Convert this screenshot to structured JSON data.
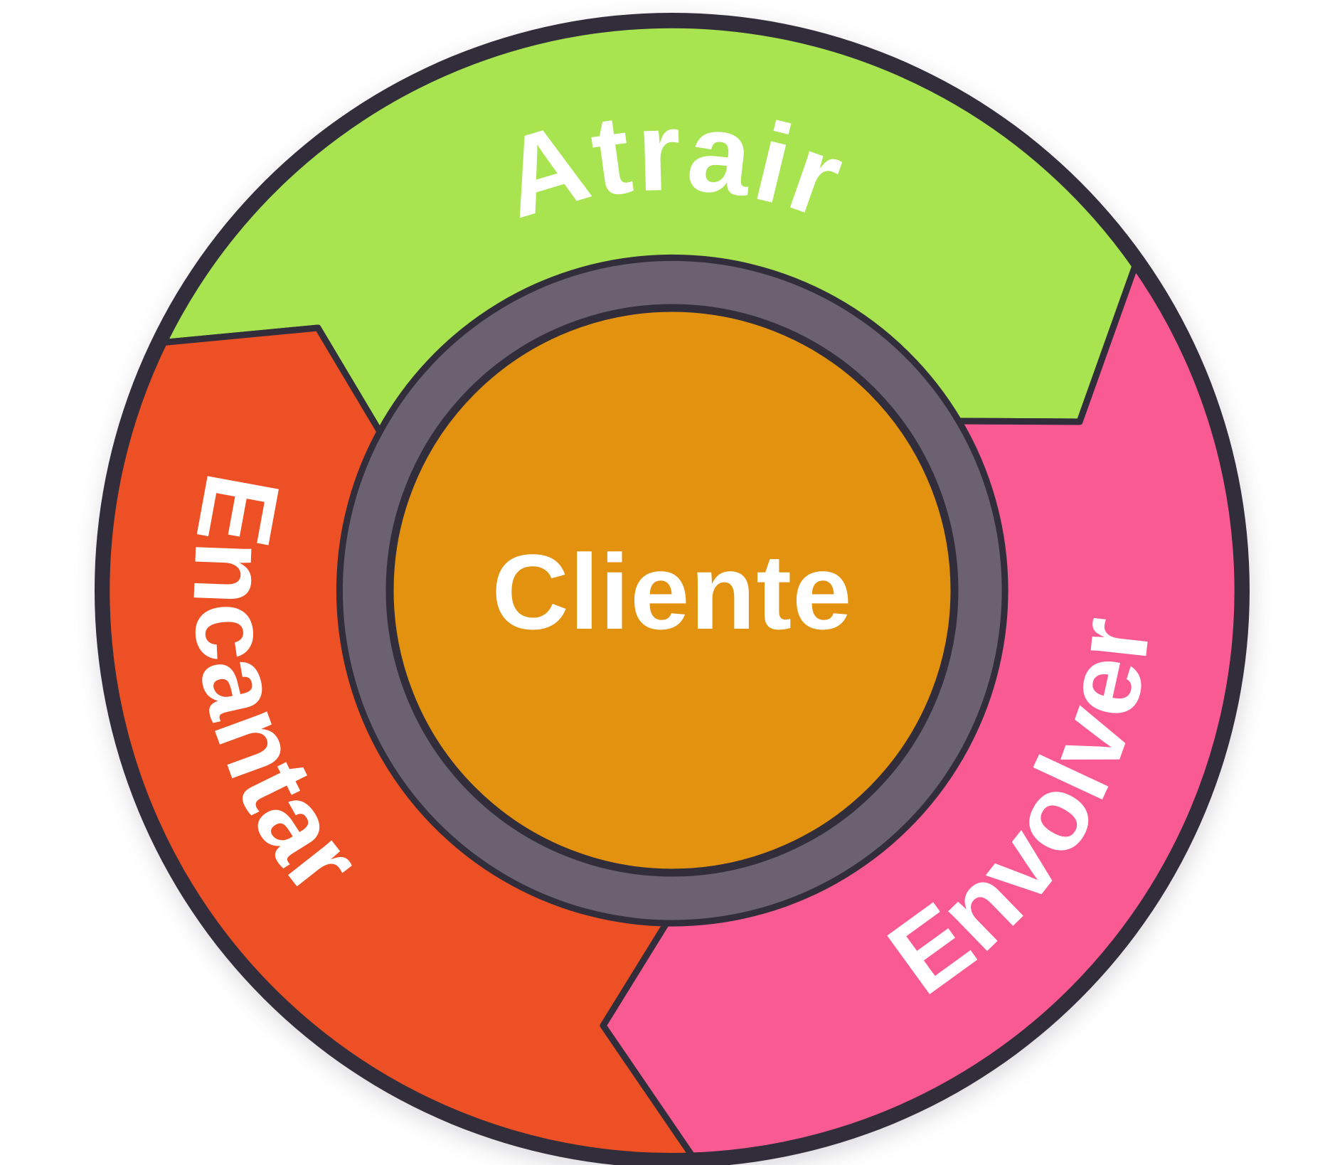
{
  "diagram": {
    "center": {
      "label": "Cliente"
    },
    "segments": [
      {
        "id": "atrair",
        "label": "Atrair",
        "color": "#A8E350"
      },
      {
        "id": "envolver",
        "label": "Envolver",
        "color": "#FA5A92"
      },
      {
        "id": "encantar",
        "label": "Encantar",
        "color": "#EC5024"
      }
    ],
    "colors": {
      "center_circle": "#E39210",
      "ring": "#6C6170",
      "outline": "#312D3B",
      "text": "#FFFFFF",
      "background": "#FFFFFF"
    }
  }
}
